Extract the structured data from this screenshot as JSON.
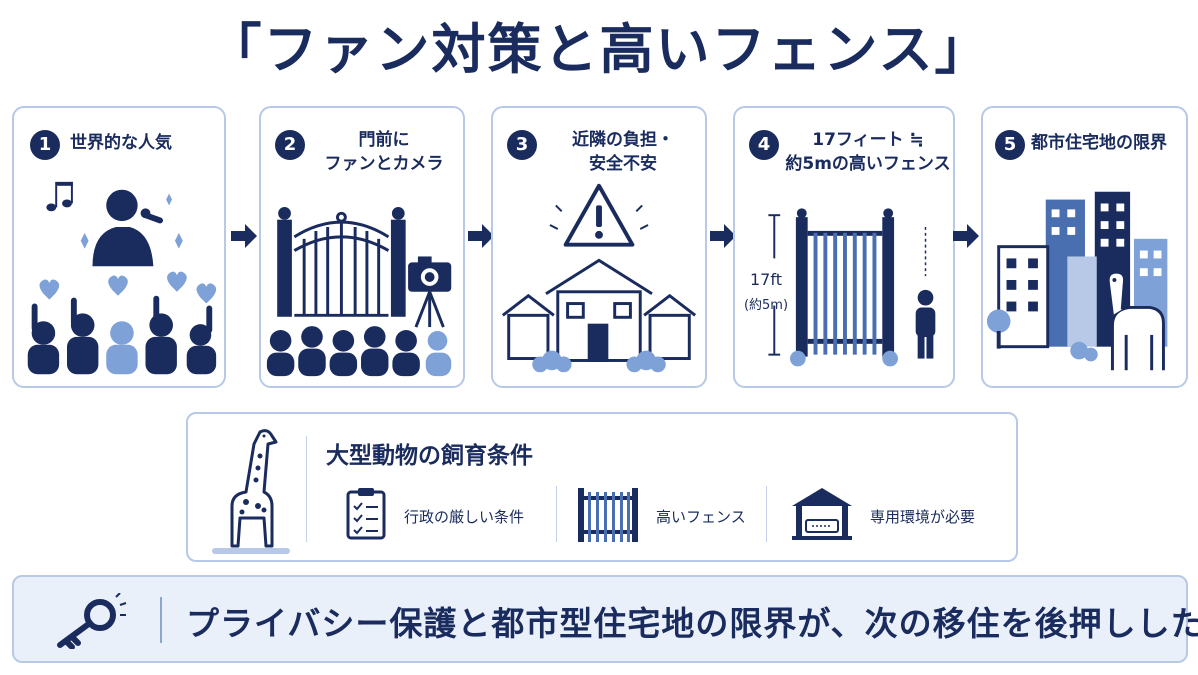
{
  "title": "「ファン対策と高いフェンス」",
  "steps": [
    {
      "num": "1",
      "label": "世界的な人気"
    },
    {
      "num": "2",
      "label": "門前に\nファンとカメラ"
    },
    {
      "num": "3",
      "label": "近隣の負担・\n安全不安"
    },
    {
      "num": "4",
      "label": "17フィート ≒\n約5mの高いフェンス",
      "fence_height": "17ft",
      "fence_metric": "(約5m)"
    },
    {
      "num": "5",
      "label": "都市住宅地の限界"
    }
  ],
  "animal_section": {
    "title": "大型動物の飼育条件",
    "conditions": [
      {
        "label": "行政の厳しい条件",
        "icon": "checklist-icon"
      },
      {
        "label": "高いフェンス",
        "icon": "fence-icon"
      },
      {
        "label": "専用環境が必要",
        "icon": "shelter-icon"
      }
    ]
  },
  "conclusion": {
    "text": "プライバシー保護と都市型住宅地の限界が、次の移住を後押しした",
    "icon": "key-icon"
  },
  "colors": {
    "navy": "#1a2b5e",
    "mid_blue": "#4a6fb0",
    "light_blue": "#b7c9e6",
    "pale": "#eaf0fa"
  }
}
